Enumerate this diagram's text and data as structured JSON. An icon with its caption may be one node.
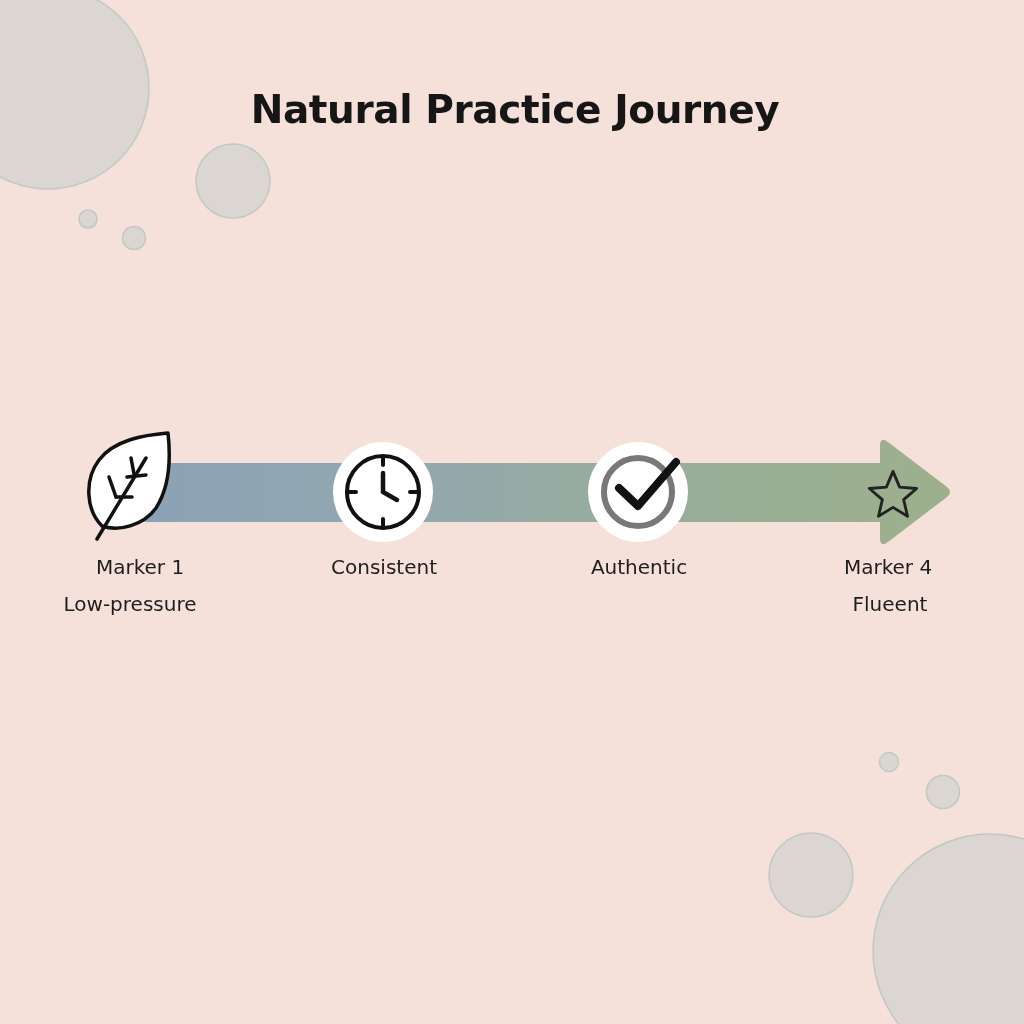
{
  "diagram": {
    "title": "Natural Practice Journey",
    "labels": [
      "Marker 1",
      "Low-pressure",
      "Consistent",
      "Authentic",
      "Marker 4",
      "Flueent"
    ]
  }
}
